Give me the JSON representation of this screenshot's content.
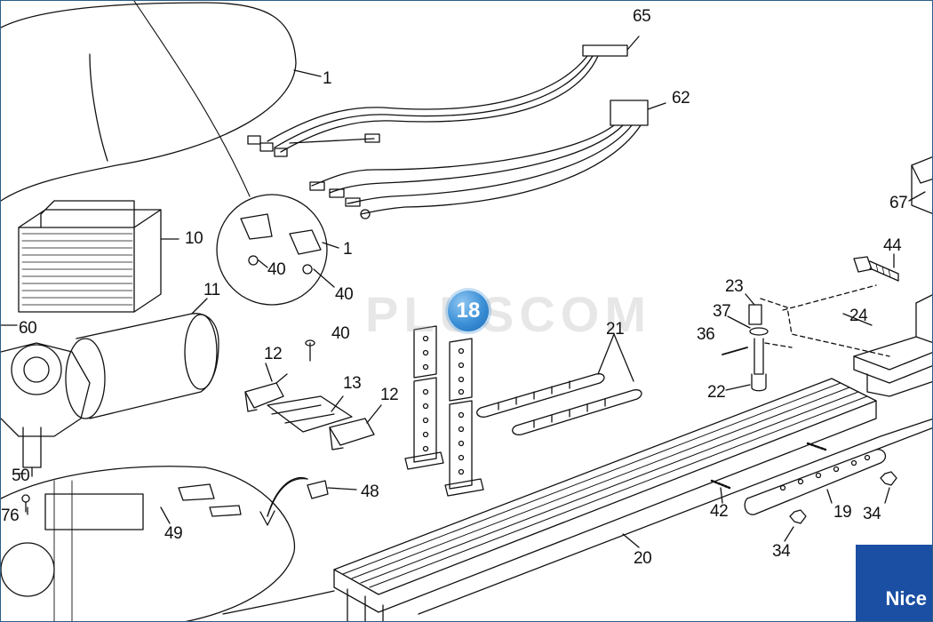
{
  "watermark": "PLUSCOM",
  "selected_badge": "18",
  "brand_logo": "Nice",
  "part_labels": [
    "65",
    "1",
    "62",
    "67",
    "10",
    "1",
    "40",
    "40",
    "44",
    "11",
    "23",
    "60",
    "37",
    "24",
    "40",
    "36",
    "21",
    "12",
    "13",
    "22",
    "12",
    "50",
    "48",
    "42",
    "19",
    "34",
    "76",
    "49",
    "34",
    "20"
  ],
  "colors": {
    "badge": "#3a8fd6",
    "logo": "#1a4fa3",
    "frame": "#2c5f86",
    "ink": "#111111"
  }
}
